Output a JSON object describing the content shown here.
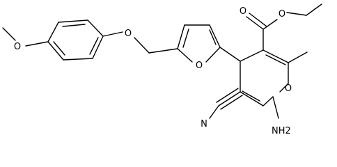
{
  "molecule": {
    "atoms": {
      "o_methoxy": "O",
      "o_ether": "O",
      "o_furan": "O",
      "o_carbonyl": "O",
      "o_ester": "O",
      "o_pyran": "O",
      "n_nitrile": "N",
      "n_amino": "NH2"
    }
  }
}
